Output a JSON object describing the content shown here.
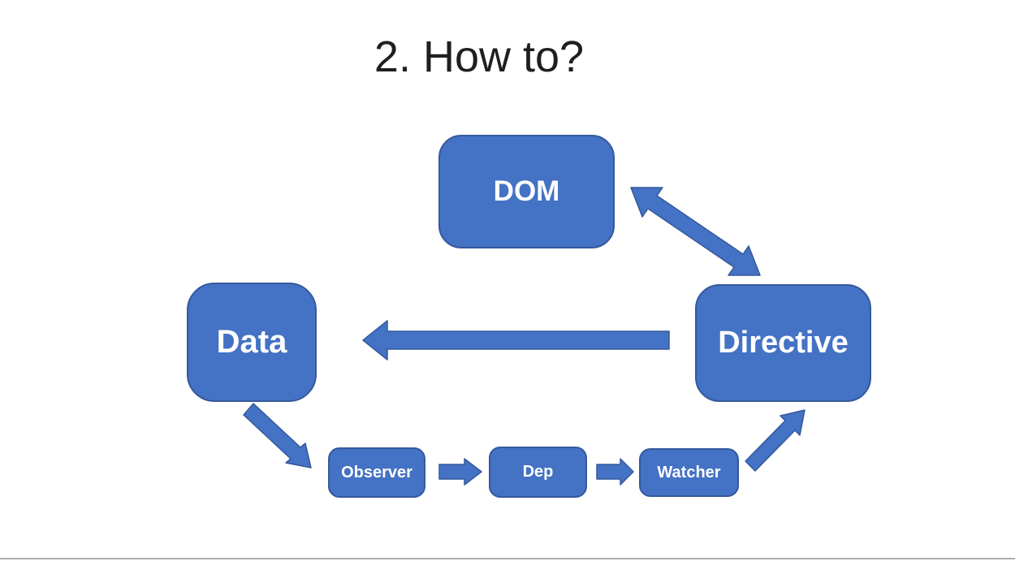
{
  "slide": {
    "title": "2. How to?"
  },
  "colors": {
    "node_fill": "#4472C4",
    "node_stroke": "#35599C",
    "node_text": "#FFFFFF",
    "title_text": "#1F1F1F",
    "divider": "#AFAFB4",
    "background": "#FFFFFF"
  },
  "nodes": [
    {
      "id": "dom",
      "label": "DOM"
    },
    {
      "id": "data",
      "label": "Data"
    },
    {
      "id": "directive",
      "label": "Directive"
    },
    {
      "id": "observer",
      "label": "Observer"
    },
    {
      "id": "dep",
      "label": "Dep"
    },
    {
      "id": "watcher",
      "label": "Watcher"
    }
  ],
  "edges": [
    {
      "from": "dom",
      "to": "directive",
      "style": "double-arrow",
      "direction": "bidirectional"
    },
    {
      "from": "directive",
      "to": "data",
      "style": "block-arrow",
      "direction": "one-way"
    },
    {
      "from": "data",
      "to": "observer",
      "style": "block-arrow",
      "direction": "one-way"
    },
    {
      "from": "observer",
      "to": "dep",
      "style": "block-arrow",
      "direction": "one-way"
    },
    {
      "from": "dep",
      "to": "watcher",
      "style": "block-arrow",
      "direction": "one-way"
    },
    {
      "from": "watcher",
      "to": "directive",
      "style": "block-arrow",
      "direction": "one-way"
    }
  ]
}
